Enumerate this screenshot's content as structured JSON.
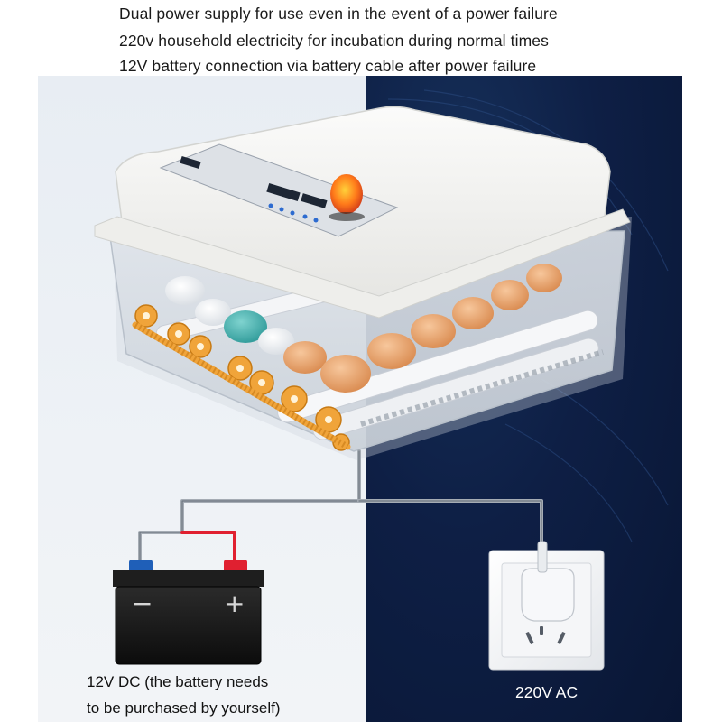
{
  "header": {
    "line1": "Dual power supply for use even in the event of a power failure",
    "line2": "220v household electricity for incubation during normal times",
    "line3": "12V battery connection via battery cable after power failure"
  },
  "labels": {
    "battery_line1": "12V DC (the battery needs",
    "battery_line2": "to be purchased by yourself)",
    "socket": "220V AC",
    "battery_minus": "−",
    "battery_plus": "+"
  },
  "colors": {
    "left_bg": "#eef2f6",
    "right_bg": "#0e1f45",
    "incubator_shell": "#f4f4f2",
    "gear": "#f0a43a",
    "egg_brown": "#e9a06a",
    "terminal_red": "#e02030",
    "terminal_blue": "#1f5fb8"
  }
}
